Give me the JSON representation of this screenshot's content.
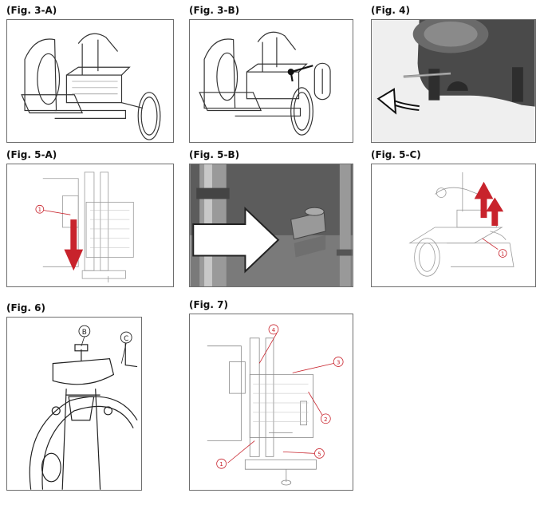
{
  "figures": [
    {
      "label": "(Fig. 3-A)"
    },
    {
      "label": "(Fig. 3-B)"
    },
    {
      "label": "(Fig. 4)"
    },
    {
      "label": "(Fig. 5-A)",
      "callouts": [
        "1"
      ]
    },
    {
      "label": "(Fig. 5-B)"
    },
    {
      "label": "(Fig. 5-C)",
      "callouts": [
        "1"
      ]
    },
    {
      "label": "(Fig. 6)",
      "callouts": [
        "B",
        "C"
      ]
    },
    {
      "label": "(Fig. 7)",
      "callouts": [
        "1",
        "2",
        "3",
        "4",
        "5"
      ]
    }
  ],
  "colors": {
    "border": "#6e6e6e",
    "arrow_red": "#c8232c",
    "callout_red": "#c8232c",
    "line": "#333333"
  }
}
